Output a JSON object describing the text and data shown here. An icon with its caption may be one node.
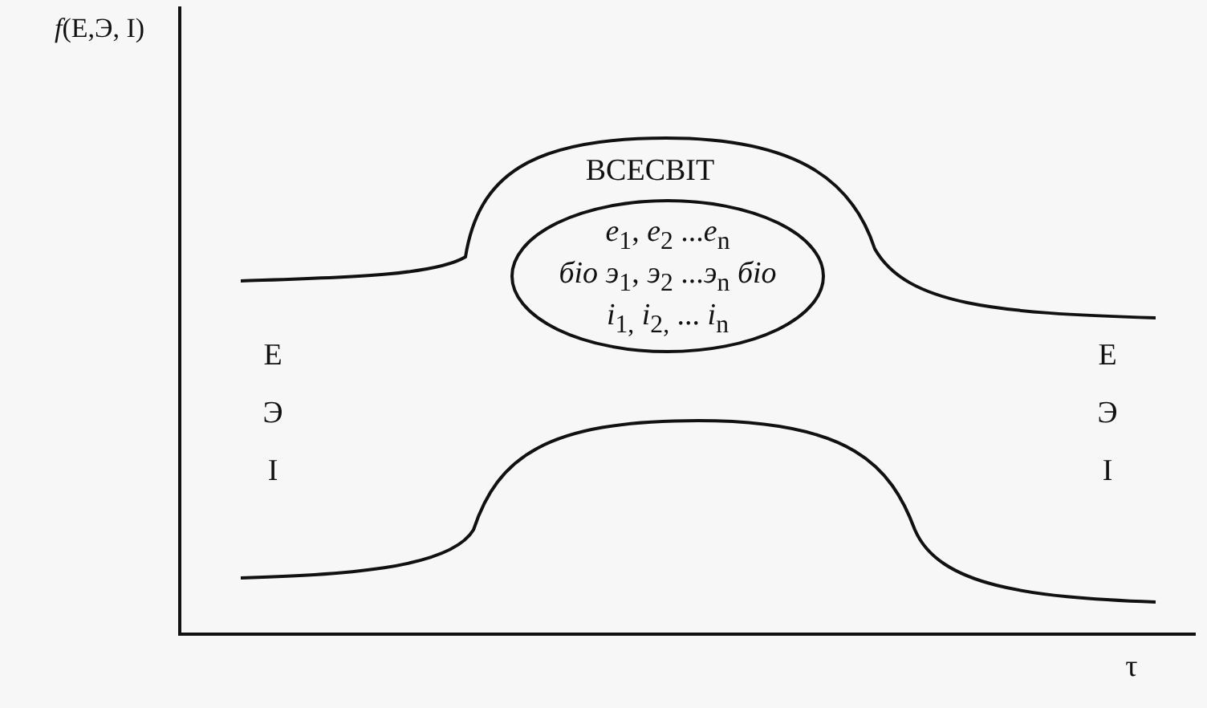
{
  "diagram": {
    "nodes": [
      {
        "text": [
          "*e*$_{1}$, *e*$_{2}$ ...*e*$_{n}$",
          "*біо э*$_{1}$, *э*$_{2}$ ...*э*$_{n}$ *біо*",
          "*i*$_{1,}$ *i*$_{2,}$ ... *i*$_{n}$"
        ]
      }
    ],
    "edges": [],
    "labels": [
      "*f*(E,Э, I)",
      "ВСЕСВІТ",
      "E",
      "Э",
      "I",
      "E",
      "Э",
      "I",
      "τ"
    ]
  }
}
